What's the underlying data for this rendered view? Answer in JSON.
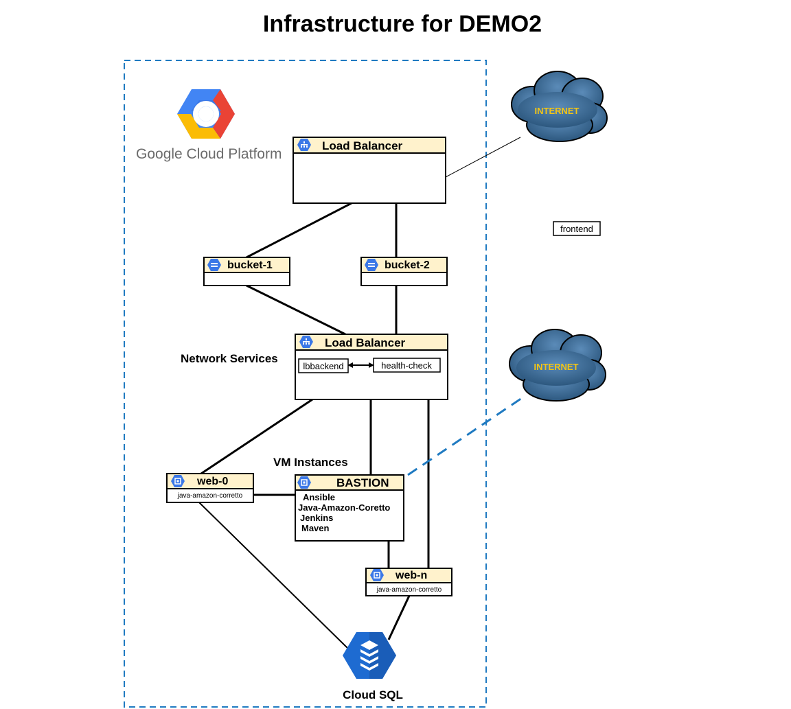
{
  "title": "Infrastructure for DEMO2",
  "platform": {
    "logo_text": "Google Cloud Platform"
  },
  "internet": {
    "top_label": "INTERNET",
    "bottom_label": "INTERNET"
  },
  "frontend_label": "frontend",
  "load_balancer_top": {
    "title": "Load Balancer"
  },
  "buckets": [
    {
      "title": "bucket-1"
    },
    {
      "title": "bucket-2"
    }
  ],
  "load_balancer_mid": {
    "title": "Load Balancer",
    "backend": "lbbackend",
    "health_check": "health-check"
  },
  "network_services_label": "Network Services",
  "vm_instances_label": "VM Instances",
  "web0": {
    "title": "web-0",
    "subtitle": "java-amazon-corretto"
  },
  "bastion": {
    "title": "BASTION",
    "items": [
      "Ansible",
      "Java-Amazon-Coretto",
      "Jenkins",
      "Maven"
    ]
  },
  "webn": {
    "title": "web-n",
    "subtitle": "java-amazon-corretto"
  },
  "cloud_sql_label": "Cloud SQL",
  "colors": {
    "header_fill": "#fff2cc",
    "gcp_icon_blue": "#3b78e7",
    "cloud_fill": "#3f6f9b",
    "internet_text": "#f2c416",
    "dashed_border": "#1f7ac1",
    "cloud_sql_blue": "#1565c0"
  },
  "icons": [
    "gcp-logo-icon",
    "load-balancer-icon",
    "storage-bucket-icon",
    "compute-engine-icon",
    "cloud-sql-icon",
    "internet-cloud-icon"
  ]
}
